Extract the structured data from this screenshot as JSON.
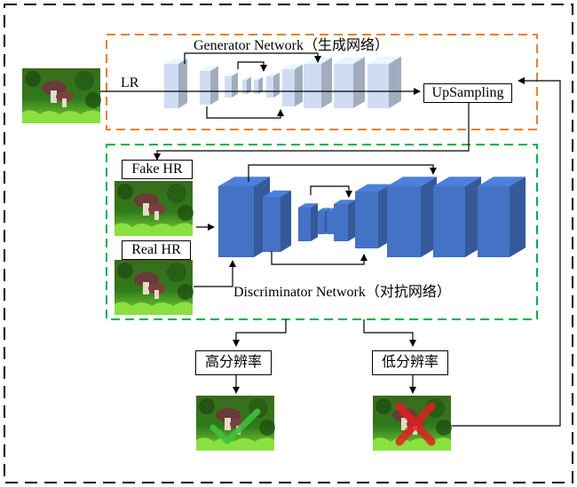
{
  "generator": {
    "title": "Generator Network（生成网络）",
    "input_label": "LR",
    "output_label": "UpSampling"
  },
  "discriminator": {
    "title": "Discriminator Network（对抗网络）",
    "fake_label": "Fake HR",
    "real_label": "Real HR"
  },
  "outputs": {
    "high_res_label": "高分辨率",
    "low_res_label": "低分辨率"
  },
  "colors": {
    "generator_block": "#cfdcf3",
    "discriminator_block": "#4472c4",
    "generator_border": "#ed7d31",
    "discriminator_border": "#00b050",
    "outer_border": "#000000",
    "check_mark": "#3fbf3f",
    "cross_mark": "#e02020"
  },
  "icons": {
    "check": "check-mark-icon",
    "cross": "cross-mark-icon"
  }
}
